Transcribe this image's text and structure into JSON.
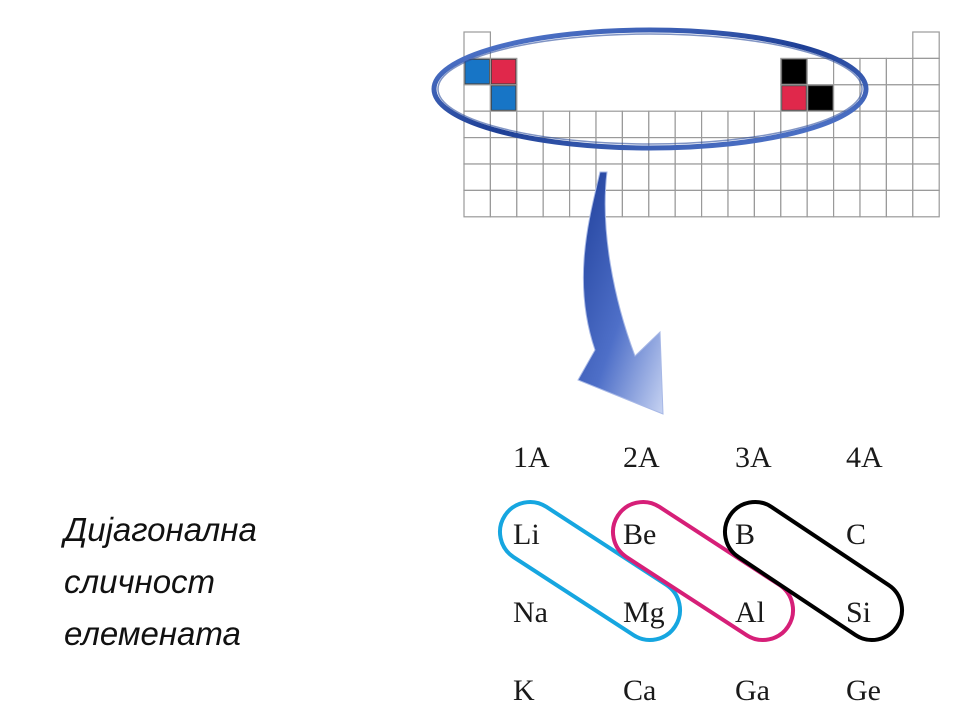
{
  "title_lines": [
    "Дијагонална",
    "сличност",
    "елемената"
  ],
  "groups": [
    "1A",
    "2A",
    "3A",
    "4A"
  ],
  "rows": [
    [
      "Li",
      "Be",
      "B",
      "C"
    ],
    [
      "Na",
      "Mg",
      "Al",
      "Si"
    ],
    [
      "K",
      "Ca",
      "Ga",
      "Ge"
    ]
  ],
  "colors": {
    "blue_cell": "#1775c6",
    "red_cell": "#e0284b",
    "black_cell": "#000000",
    "grid_line": "#9a9a9a",
    "oval_stroke": "#2b4d9c",
    "arrow": "#3b5db8",
    "li_mg_loop": "#16a6e0",
    "be_al_loop": "#d61f78",
    "b_si_loop": "#000000"
  },
  "diagonal_pairs": [
    {
      "from": "Li",
      "to": "Mg",
      "color": "#16a6e0"
    },
    {
      "from": "Be",
      "to": "Al",
      "color": "#d61f78"
    },
    {
      "from": "B",
      "to": "Si",
      "color": "#000000"
    }
  ]
}
